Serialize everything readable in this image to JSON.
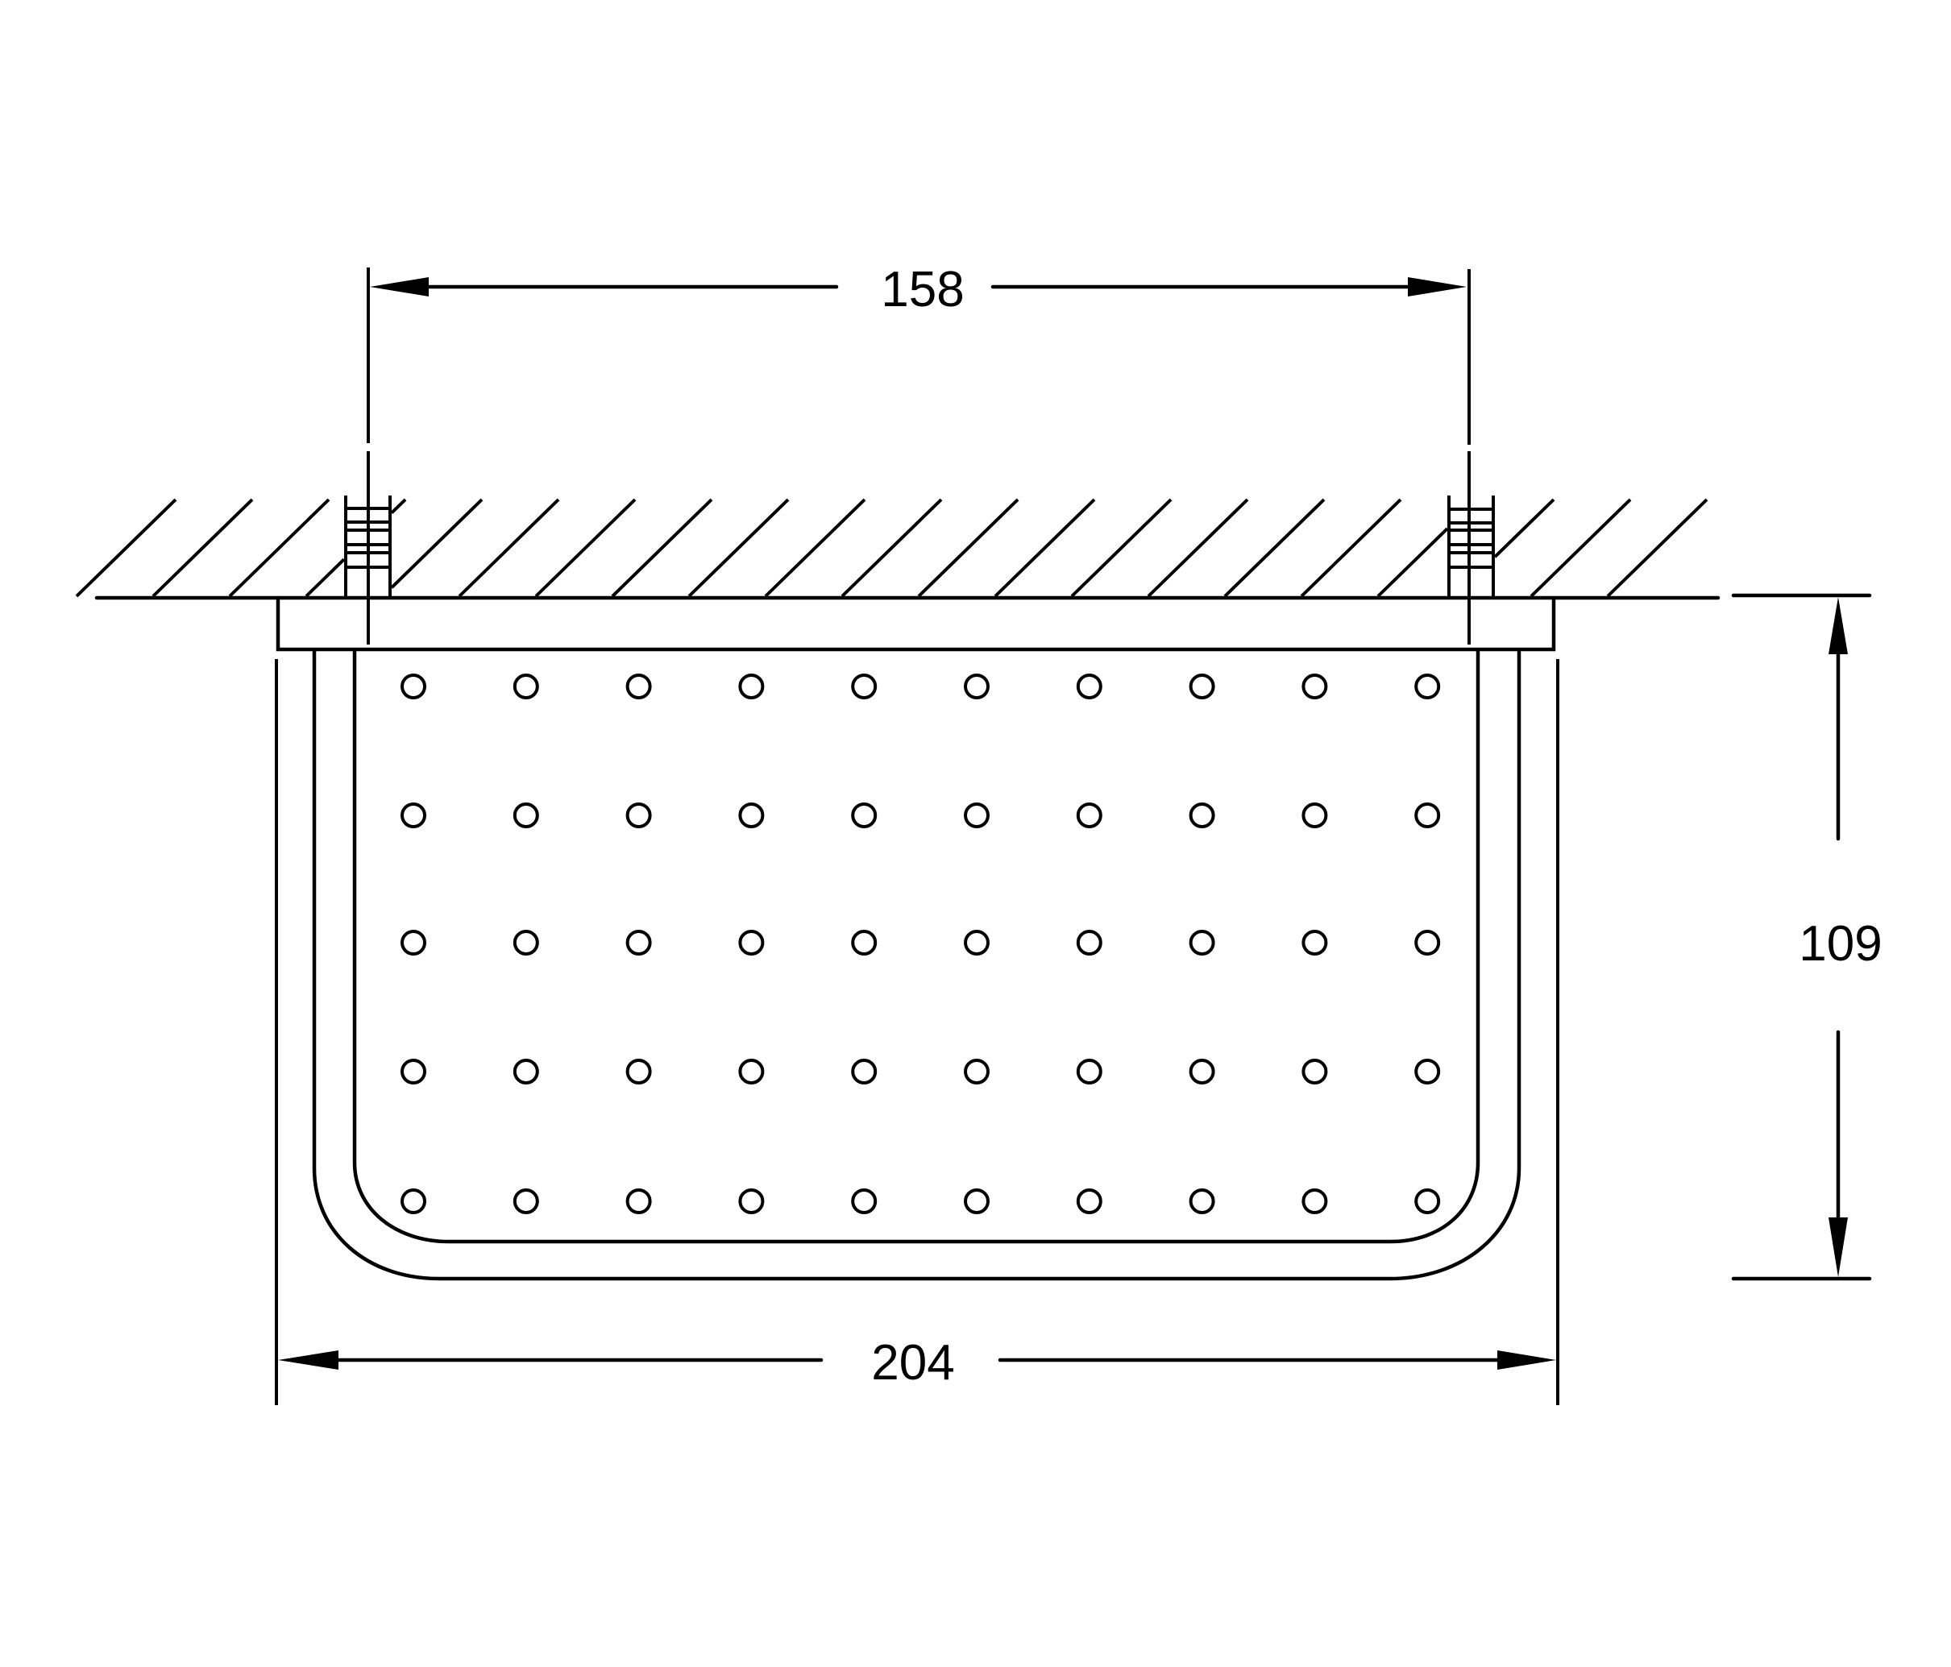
{
  "drawing": {
    "type": "technical-drawing",
    "subject": "wall-mounted perforated basket shelf, front view",
    "dimensions": {
      "anchor_spacing": {
        "label": "158"
      },
      "overall_width": {
        "label": "204"
      },
      "projection_depth": {
        "label": "109"
      }
    },
    "perforation_grid": {
      "rows": 5,
      "columns": 10
    },
    "colors": {
      "line": "#000000",
      "background": "#ffffff"
    }
  }
}
